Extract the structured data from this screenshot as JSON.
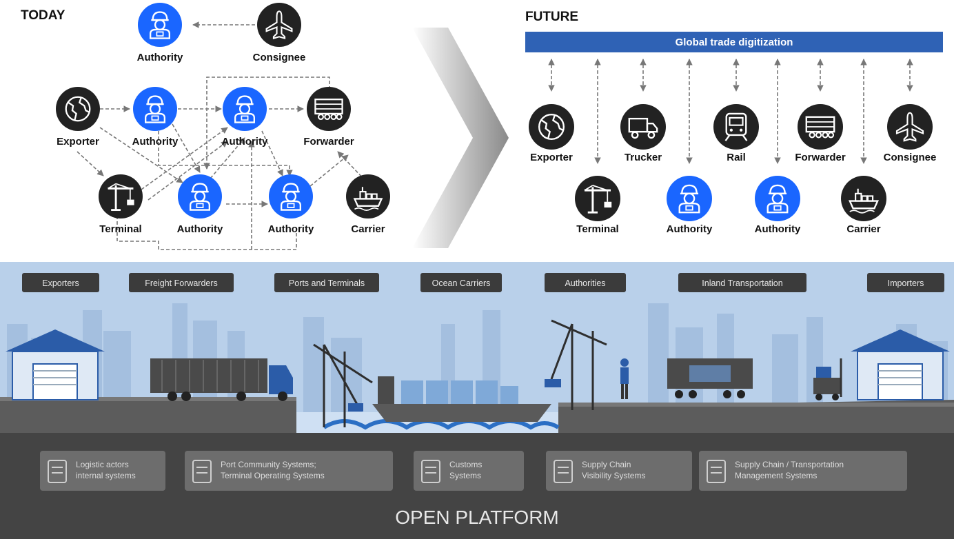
{
  "today": {
    "heading": "TODAY",
    "nodes": [
      {
        "id": "t-authority-top",
        "label": "Authority",
        "icon": "person-icon",
        "color": "#1a66ff"
      },
      {
        "id": "t-consignee",
        "label": "Consignee",
        "icon": "airplane-icon",
        "color": "#222222"
      },
      {
        "id": "t-exporter",
        "label": "Exporter",
        "icon": "globe-icon",
        "color": "#222222"
      },
      {
        "id": "t-authority-1",
        "label": "Authority",
        "icon": "person-icon",
        "color": "#1a66ff"
      },
      {
        "id": "t-authority-2",
        "label": "Authority",
        "icon": "person-icon",
        "color": "#1a66ff"
      },
      {
        "id": "t-forwarder",
        "label": "Forwarder",
        "icon": "train-icon",
        "color": "#222222"
      },
      {
        "id": "t-terminal",
        "label": "Terminal",
        "icon": "crane-icon",
        "color": "#222222"
      },
      {
        "id": "t-authority-3",
        "label": "Authority",
        "icon": "person-icon",
        "color": "#1a66ff"
      },
      {
        "id": "t-authority-4",
        "label": "Authority",
        "icon": "person-icon",
        "color": "#1a66ff"
      },
      {
        "id": "t-carrier",
        "label": "Carrier",
        "icon": "ship-icon",
        "color": "#222222"
      }
    ]
  },
  "future": {
    "heading": "FUTURE",
    "bar_label": "Global trade digitization",
    "bar_color": "#2f62b5",
    "nodes": [
      {
        "id": "f-exporter",
        "label": "Exporter",
        "icon": "globe-icon",
        "color": "#222222"
      },
      {
        "id": "f-terminal",
        "label": "Terminal",
        "icon": "crane-icon",
        "color": "#222222"
      },
      {
        "id": "f-trucker",
        "label": "Trucker",
        "icon": "truck-icon",
        "color": "#222222"
      },
      {
        "id": "f-authority-1",
        "label": "Authority",
        "icon": "person-icon",
        "color": "#1a66ff"
      },
      {
        "id": "f-rail",
        "label": "Rail",
        "icon": "train-icon",
        "color": "#222222"
      },
      {
        "id": "f-authority-2",
        "label": "Authority",
        "icon": "person-icon",
        "color": "#1a66ff"
      },
      {
        "id": "f-forwarder",
        "label": "Forwarder",
        "icon": "train-icon",
        "color": "#222222"
      },
      {
        "id": "f-carrier",
        "label": "Carrier",
        "icon": "ship-icon",
        "color": "#222222"
      },
      {
        "id": "f-consignee",
        "label": "Consignee",
        "icon": "airplane-icon",
        "color": "#222222"
      }
    ]
  },
  "platform": {
    "actors": [
      "Exporters",
      "Freight Forwarders",
      "Ports and Terminals",
      "Ocean Carriers",
      "Authorities",
      "Inland Transportation",
      "Importers"
    ],
    "systems": [
      {
        "line1": "Logistic actors",
        "line2": "internal systems",
        "icon": "tablet-document-icon"
      },
      {
        "line1": "Port Community Systems;",
        "line2": "Terminal Operating Systems",
        "icon": "warehouse-gear-icon"
      },
      {
        "line1": "Customs",
        "line2": "Systems",
        "icon": "customs-document-icon"
      },
      {
        "line1": "Supply Chain",
        "line2": "Visibility Systems",
        "icon": "magnifier-warehouse-icon"
      },
      {
        "line1": "Supply Chain / Transportation",
        "line2": "Management Systems",
        "icon": "forklift-boxes-icon"
      }
    ],
    "title": "OPEN PLATFORM",
    "colors": {
      "sky": "#b9d0ea",
      "ground": "#5c5c5c",
      "water": "#2b6fc4",
      "base": "#444444"
    }
  }
}
